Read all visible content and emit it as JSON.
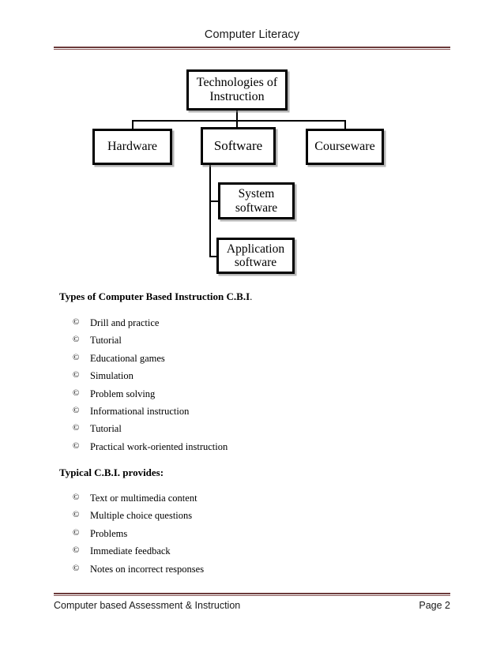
{
  "header": {
    "title": "Computer Literacy",
    "rule_color": "#6b3a3a"
  },
  "diagram": {
    "nodes": {
      "root": "Technologies of Instruction",
      "hardware": "Hardware",
      "software": "Software",
      "courseware": "Courseware",
      "system_software": "System software",
      "application_software": "Application software"
    }
  },
  "body": {
    "heading_1": {
      "text": "Types of Computer Based Instruction C.B.I",
      "tail": "."
    },
    "list_1": [
      "Drill and practice",
      "Tutorial",
      "Educational games",
      "Simulation",
      "Problem solving",
      "Informational instruction",
      "Tutorial",
      "Practical work-oriented instruction"
    ],
    "heading_2": {
      "text": "Typical C.B.I. provides:",
      "tail": ""
    },
    "list_2": [
      "Text or multimedia content",
      "Multiple choice questions",
      "Problems",
      "Immediate feedback",
      "Notes on incorrect responses"
    ],
    "bullet_glyph": "©"
  },
  "footer": {
    "left": "Computer based Assessment & Instruction",
    "right": "Page 2"
  }
}
